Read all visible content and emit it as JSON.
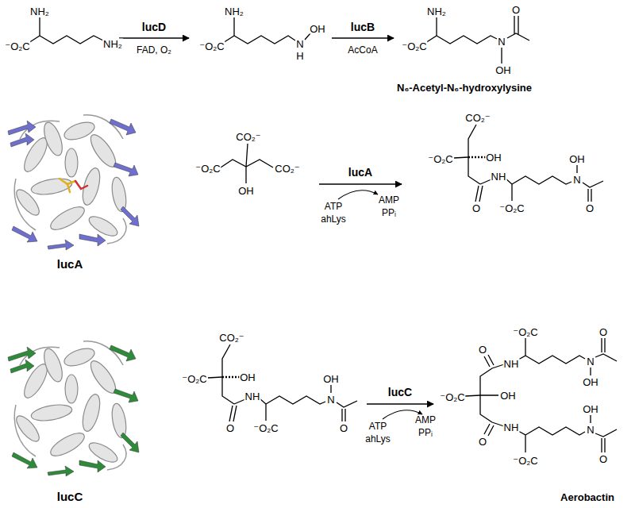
{
  "diagram": {
    "labels": [
      "NH₂",
      "⁻O₂C",
      "NH₂",
      "lucD",
      "FAD, O₂",
      "NH₂",
      "⁻O₂C",
      "OH",
      "N",
      "H",
      "lucB",
      "AcCoA",
      "NH₂",
      "⁻O₂C",
      "N",
      "O",
      "OH",
      "N₆-Acetyl-N₆-hydroxylysine",
      "lucA",
      "CO₂⁻",
      "⁻O₂C",
      "CO₂⁻",
      "OH",
      "lucA",
      "ATP",
      "AMP",
      "ahLys",
      "PPᵢ",
      "CO₂⁻",
      "⁻O₂C",
      "OH",
      "O",
      "NH",
      "⁻O₂C",
      "OH",
      "N",
      "O",
      "lucC",
      "CO₂⁻",
      "⁻O₂C",
      "OH",
      "O",
      "NH",
      "⁻O₂C",
      "OH",
      "N",
      "O",
      "lucC",
      "ATP",
      "AMP",
      "ahLys",
      "PPᵢ",
      "⁻O₂C",
      "O",
      "NH",
      "N",
      "O",
      "OH",
      "⁻O₂C",
      "OH",
      "O",
      "NH",
      "N",
      "OH",
      "O",
      "⁻O₂C",
      "Aerobactin"
    ]
  }
}
